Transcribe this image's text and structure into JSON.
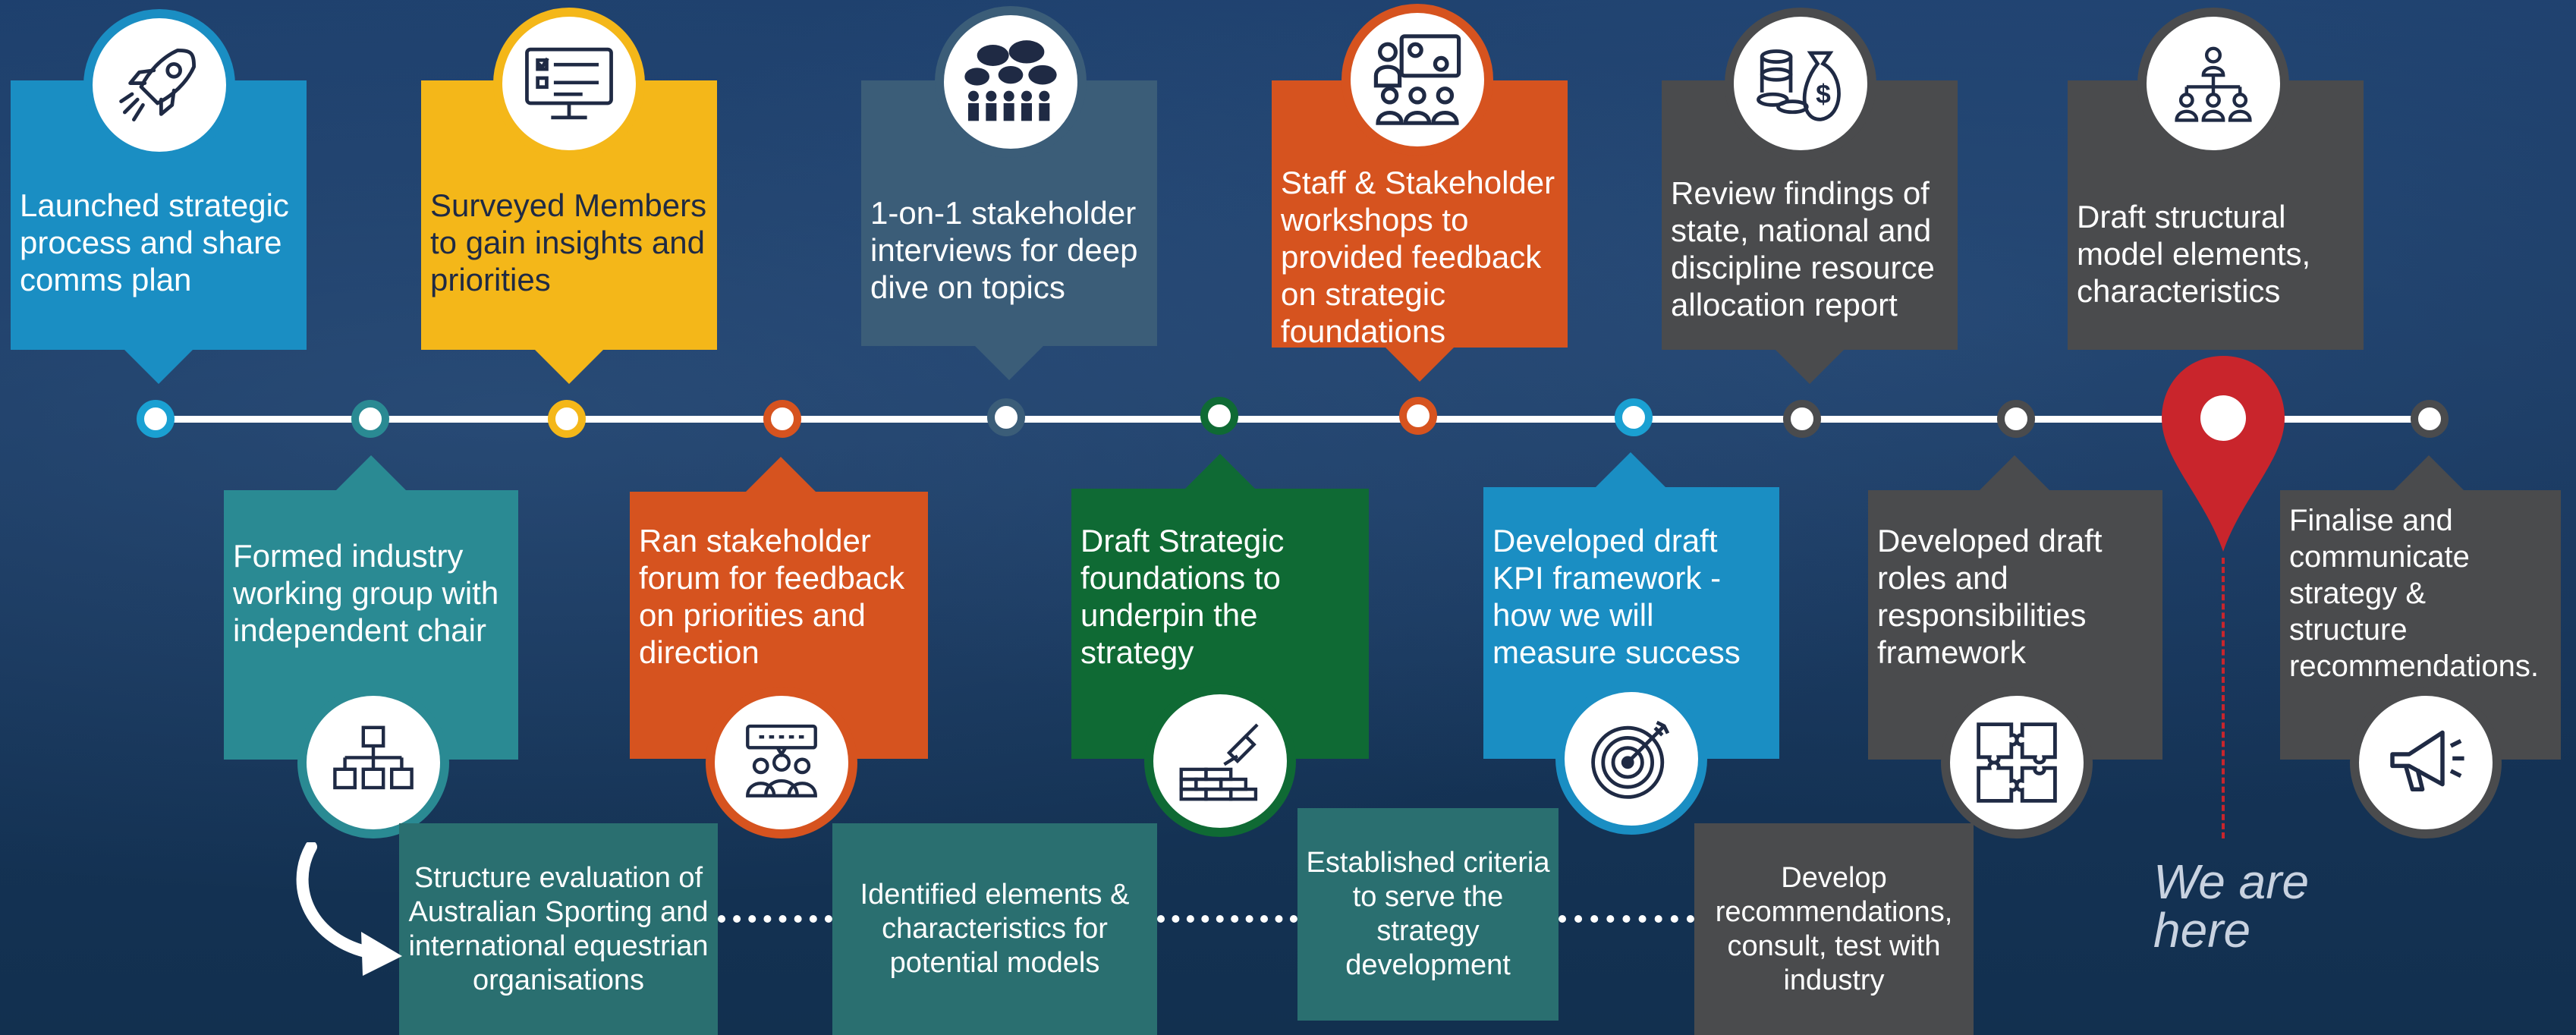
{
  "top_steps": [
    {
      "text": "Launched strategic process and share comms plan",
      "color": "#1a8ec3",
      "icon": "rocket-icon"
    },
    {
      "text": "Surveyed Members to gain insights and priorities",
      "color": "#f4b719",
      "icon": "survey-monitor-icon"
    },
    {
      "text": "1-on-1 stakeholder interviews for deep dive on topics",
      "color": "#3b5d78",
      "icon": "discussion-group-icon"
    },
    {
      "text": "Staff & Stakeholder workshops to provided feedback on strategic foundations",
      "color": "#d6531f",
      "icon": "workshop-presentation-icon"
    },
    {
      "text": "Review findings of state, national and discipline resource allocation report",
      "color": "#4a4b4d",
      "icon": "money-bag-coins-icon"
    },
    {
      "text": "Draft structural model elements, characteristics",
      "color": "#4a4b4d",
      "icon": "org-chart-people-icon"
    }
  ],
  "bottom_steps": [
    {
      "text": "Formed industry working group with independent chair",
      "color": "#2a8a93",
      "icon": "hierarchy-icon"
    },
    {
      "text": "Ran stakeholder forum for feedback on priorities and direction",
      "color": "#d6531f",
      "icon": "forum-speech-icon"
    },
    {
      "text": "Draft Strategic foundations to underpin the strategy",
      "color": "#0f6a34",
      "icon": "brick-wall-trowel-icon"
    },
    {
      "text": "Developed draft KPI framework - how we will measure success",
      "color": "#1a8ec3",
      "icon": "target-icon"
    },
    {
      "text": "Developed draft roles and responsibilities framework",
      "color": "#4a4b4d",
      "icon": "puzzle-icon"
    },
    {
      "text": "Finalise and communicate strategy & structure recommendations.",
      "color": "#4a4b4d",
      "icon": "megaphone-icon"
    }
  ],
  "sub_steps": [
    {
      "text": "Structure evaluation of Australian Sporting and international equestrian organisations",
      "color": "#2a6f70"
    },
    {
      "text": "Identified elements & characteristics for potential models",
      "color": "#2a6f70"
    },
    {
      "text": "Established criteria to serve the strategy development",
      "color": "#2a6f70"
    },
    {
      "text": "Develop recommendations, consult, test with industry",
      "color": "#4a4b4d"
    }
  ],
  "marker": {
    "text": "We are here",
    "color": "#c9252c",
    "icon": "location-pin-icon"
  },
  "timeline_node_colors": [
    "#1aa0d2",
    "#2a8a93",
    "#f4b719",
    "#d6531f",
    "#3b5d78",
    "#0f6a34",
    "#d6531f",
    "#1aa0d2",
    "#4a4b4d",
    "#4a4b4d",
    "#4a4b4d"
  ]
}
